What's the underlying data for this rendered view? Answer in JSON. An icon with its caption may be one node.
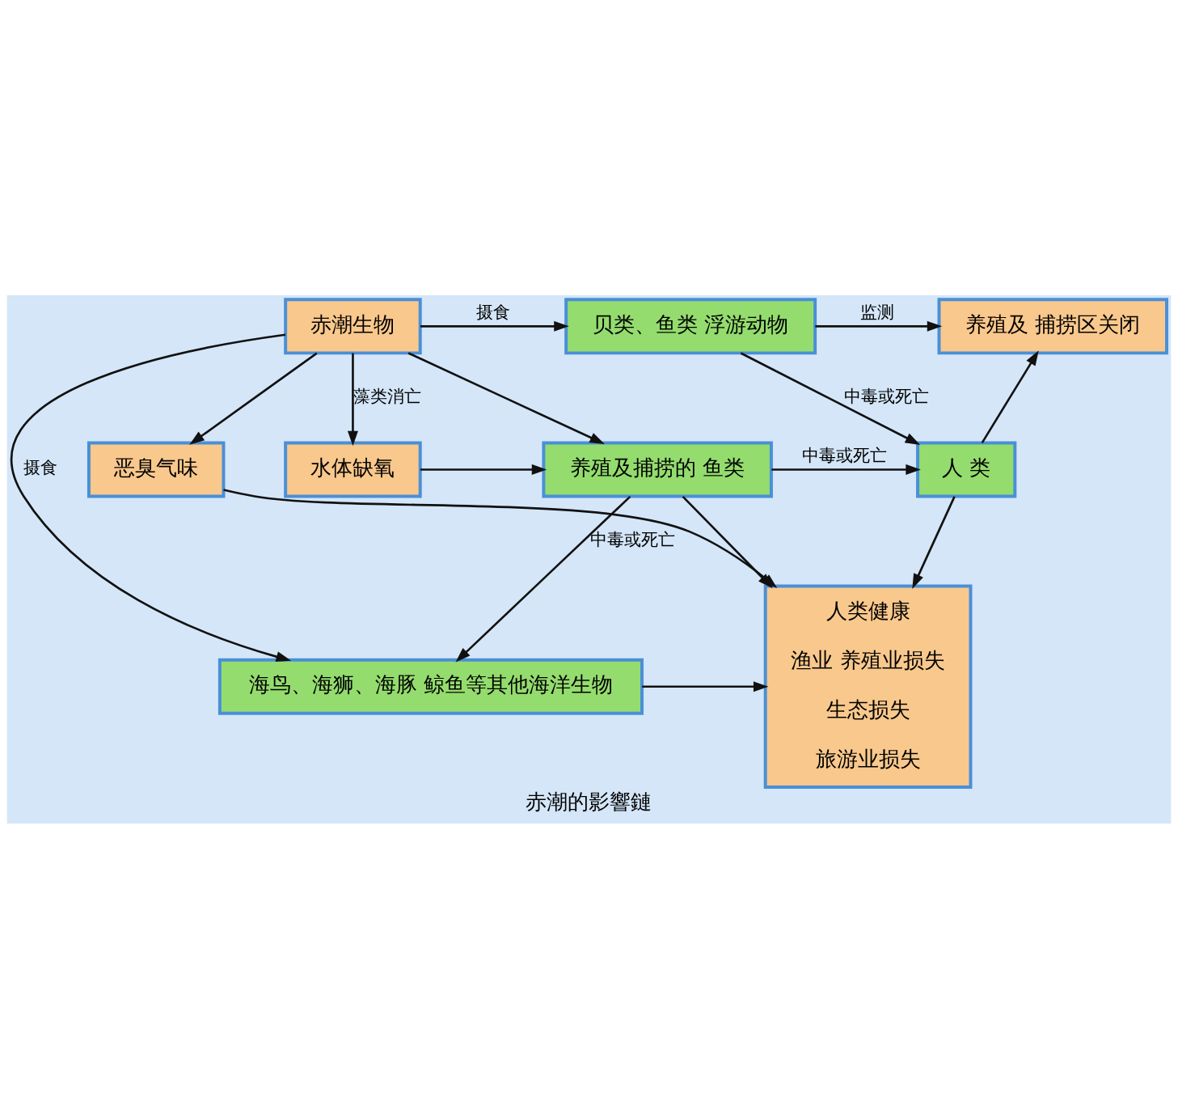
{
  "diagram": {
    "caption": "赤潮的影響鏈",
    "nodes": [
      {
        "text": [
          "赤潮生物"
        ]
      },
      {
        "text": [
          "贝类、鱼类 浮游动物"
        ]
      },
      {
        "text": [
          "养殖及 捕捞区关闭"
        ]
      },
      {
        "text": [
          "人 类"
        ]
      },
      {
        "text": [
          "人类健康",
          "渔业 养殖业损失",
          "生态损失",
          "旅游业损失"
        ]
      },
      {
        "text": [
          "水体缺氧"
        ]
      },
      {
        "text": [
          "养殖及捕捞的 鱼类"
        ]
      },
      {
        "text": [
          "海鸟、海狮、海豚 鲸鱼等其他海洋生物"
        ]
      },
      {
        "text": [
          "恶臭气味"
        ]
      }
    ],
    "edges": [
      {
        "from": 0,
        "to": 1,
        "arrow": "to",
        "label": "摄食"
      },
      {
        "from": 0,
        "to": 6,
        "arrow": "to"
      },
      {
        "from": 0,
        "to": 7,
        "arrow": "to",
        "label": "摄食"
      },
      {
        "from": 0,
        "to": 5,
        "arrow": "to",
        "label": "藻类消亡"
      },
      {
        "from": 0,
        "to": 8,
        "arrow": "to"
      },
      {
        "from": 1,
        "to": 2,
        "arrow": "to",
        "label": "监测"
      },
      {
        "from": 1,
        "to": 3,
        "arrow": "to",
        "label": "中毒或死亡"
      },
      {
        "from": 3,
        "to": 2,
        "arrow": "to"
      },
      {
        "from": 3,
        "to": 4,
        "arrow": "to"
      },
      {
        "from": 6,
        "to": 3,
        "arrow": "to",
        "label": "中毒或死亡"
      },
      {
        "from": 5,
        "to": 6,
        "arrow": "to"
      },
      {
        "from": 6,
        "to": 7,
        "arrow": "to",
        "label": "中毒或死亡"
      },
      {
        "from": 6,
        "to": 4,
        "arrow": "to"
      },
      {
        "from": 7,
        "to": 4,
        "arrow": "to"
      },
      {
        "from": 8,
        "to": 4,
        "arrow": "to"
      }
    ]
  }
}
